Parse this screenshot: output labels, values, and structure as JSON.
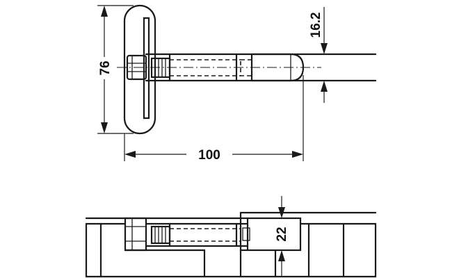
{
  "dimensions": {
    "height": "76",
    "length": "100",
    "bolt_diameter": "16.2",
    "section_height": "22"
  }
}
